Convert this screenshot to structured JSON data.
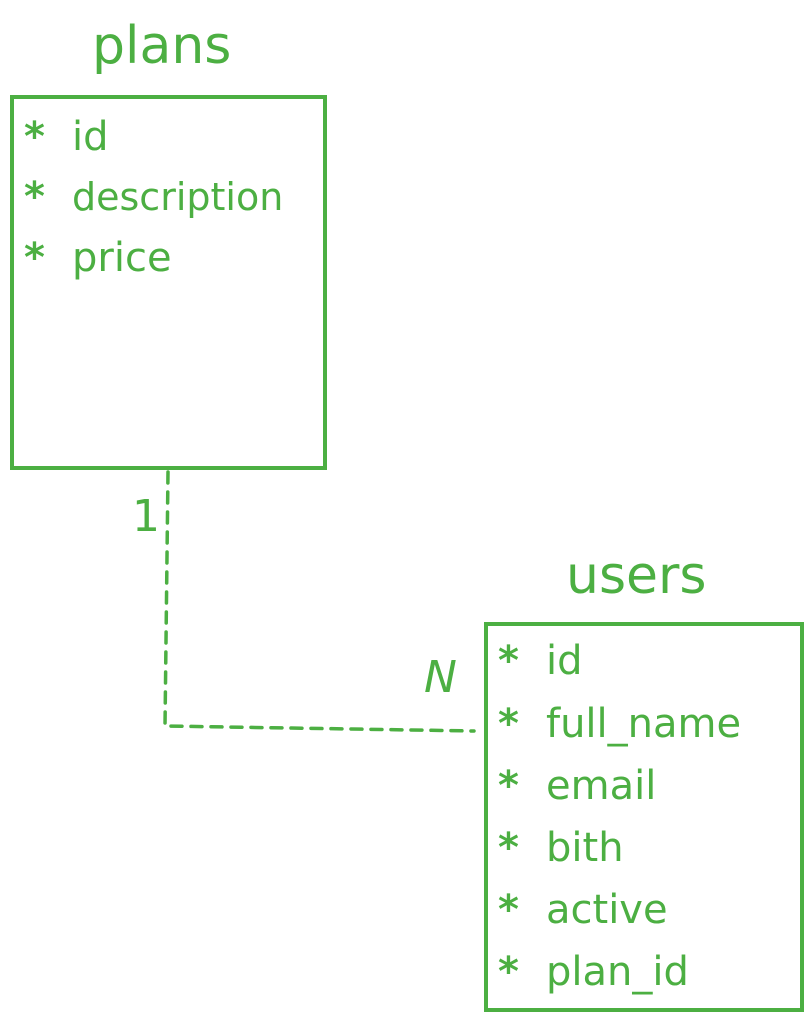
{
  "colors": {
    "ink": "#4caf42"
  },
  "bullet": "*",
  "entities": {
    "plans": {
      "title": "plans",
      "fields": [
        "id",
        "description",
        "price"
      ]
    },
    "users": {
      "title": "users",
      "fields": [
        "id",
        "full_name",
        "email",
        "bith",
        "active",
        "plan_id"
      ]
    }
  },
  "relationship": {
    "plans_cardinality": "1",
    "users_cardinality": "N",
    "line_style": "dashed"
  }
}
